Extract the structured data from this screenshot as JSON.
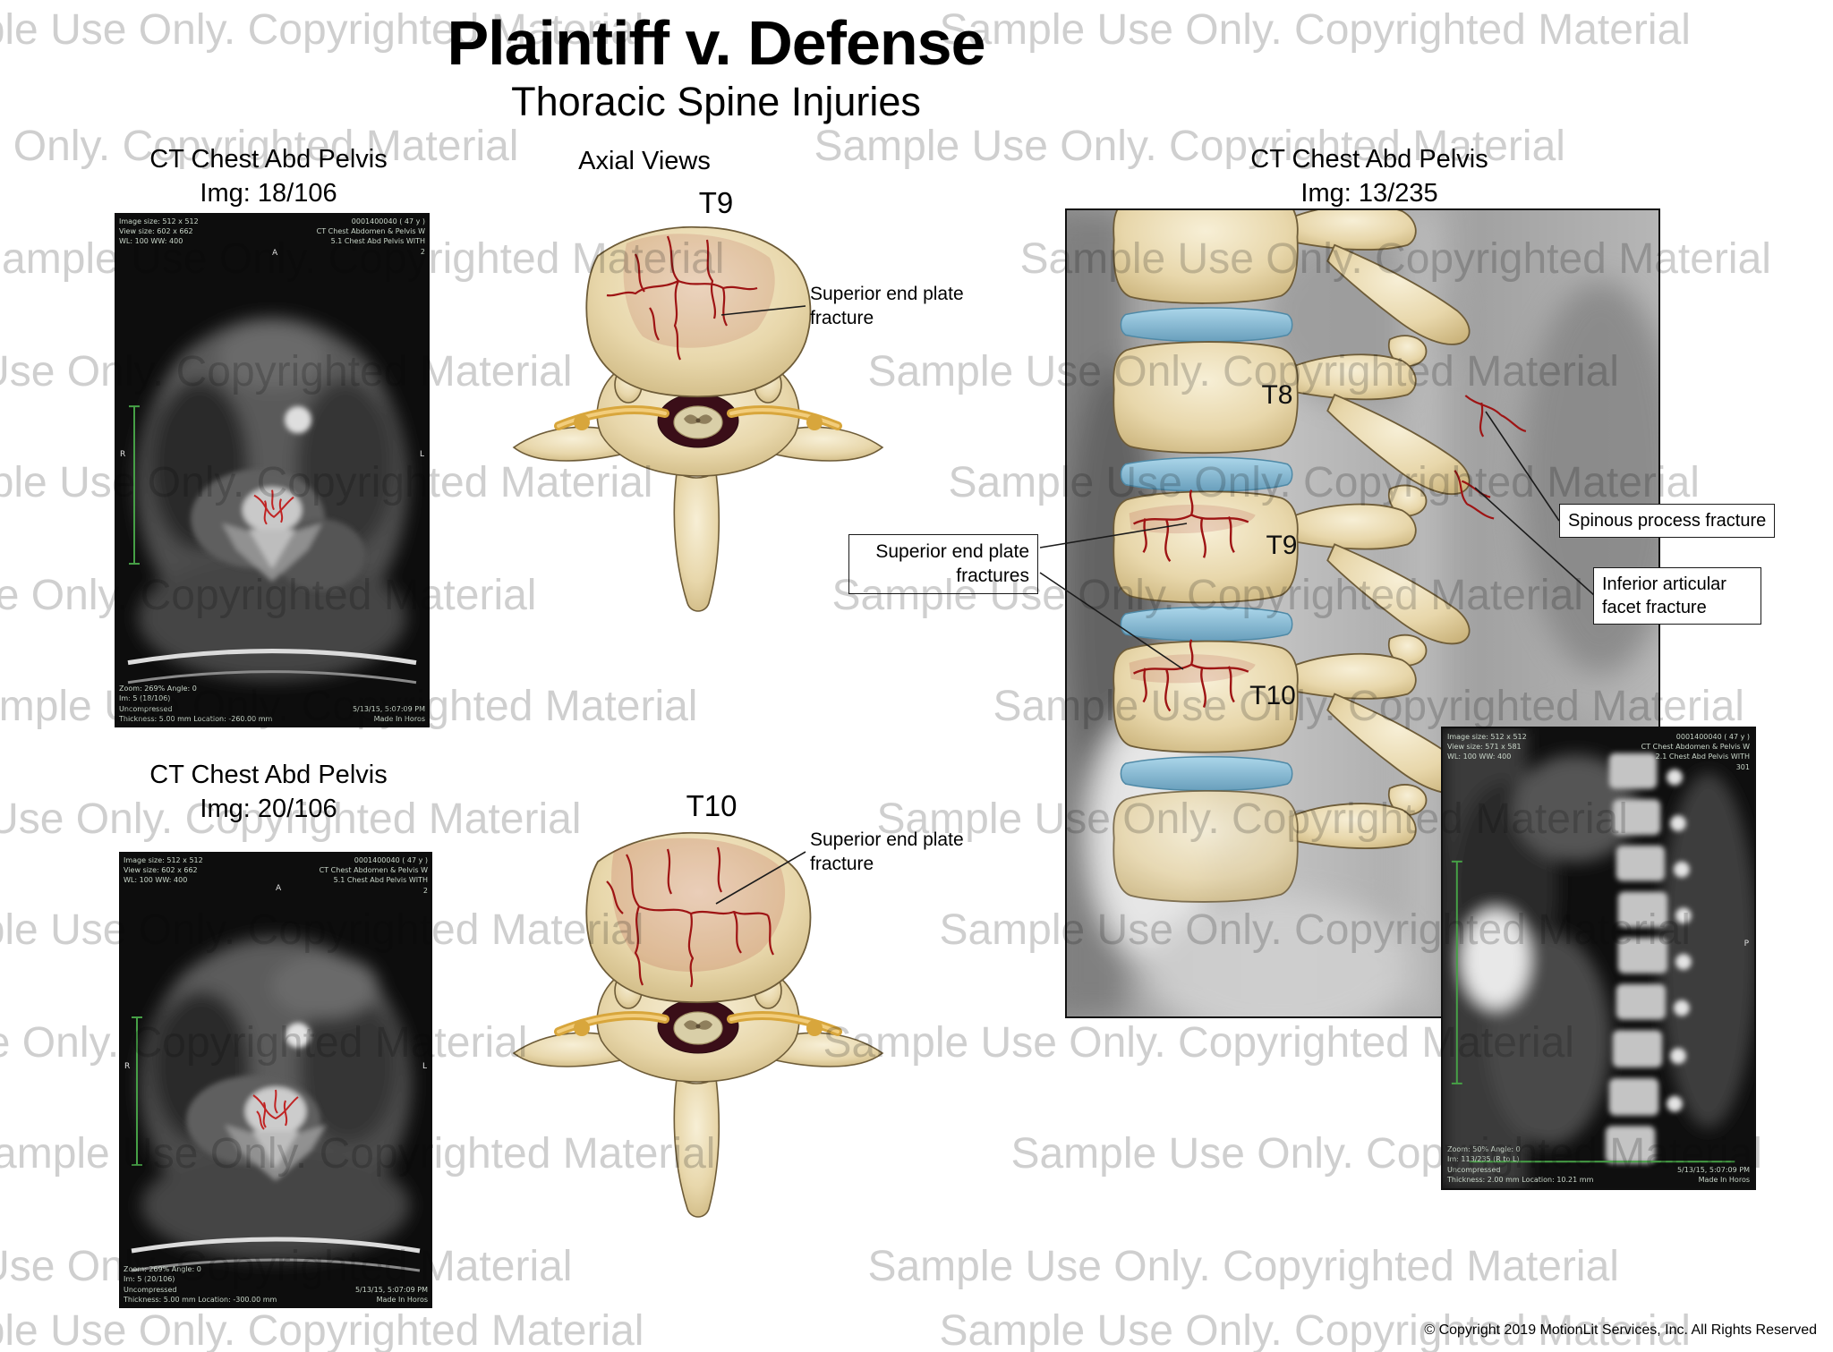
{
  "header": {
    "title": "Plaintiff v. Defense",
    "subtitle": "Thoracic Spine Injuries"
  },
  "watermark": {
    "text": "Sample Use Only. Copyrighted Material"
  },
  "colors": {
    "fracture_red": "#9e1414",
    "bone_tan": "#e8d7ab",
    "disc_blue": "#8ec4de",
    "watermark_gray": "#9f9f9f"
  },
  "left_panels": [
    {
      "heading": "CT Chest Abd Pelvis",
      "img_label": "Img: 18/106",
      "overlay": {
        "top_left": [
          "Image size: 512 x 512",
          "View size: 602 x 662",
          "WL: 100 WW: 400"
        ],
        "top_right": [
          "0001400040 ( 47 y )",
          "CT Chest Abdomen & Pelvis W",
          "5.1 Chest Abd Pelvis WITH",
          "2"
        ],
        "bottom_left": [
          "Zoom: 269% Angle: 0",
          "Im: 5 (18/106)",
          "Uncompressed",
          "Thickness: 5.00 mm Location: -260.00 mm"
        ],
        "bottom_right": [
          "5/13/15, 5:07:09 PM",
          "Made In Horos"
        ],
        "orientation_top": "A",
        "orientation_left": "R",
        "orientation_right": "L"
      }
    },
    {
      "heading": "CT Chest Abd Pelvis",
      "img_label": "Img: 20/106",
      "overlay": {
        "top_left": [
          "Image size: 512 x 512",
          "View size: 602 x 662",
          "WL: 100 WW: 400"
        ],
        "top_right": [
          "0001400040 ( 47 y )",
          "CT Chest Abdomen & Pelvis W",
          "5.1 Chest Abd Pelvis WITH",
          "2"
        ],
        "bottom_left": [
          "Zoom: 269% Angle: 0",
          "Im: 5 (20/106)",
          "Uncompressed",
          "Thickness: 5.00 mm Location: -300.00 mm"
        ],
        "bottom_right": [
          "5/13/15, 5:07:09 PM",
          "Made In Horos"
        ],
        "orientation_top": "A",
        "orientation_left": "R",
        "orientation_right": "L"
      }
    }
  ],
  "axial": {
    "heading": "Axial Views",
    "views": [
      {
        "label": "T9",
        "callout": "Superior end plate fracture"
      },
      {
        "label": "T10",
        "callout": "Superior end plate fracture"
      }
    ]
  },
  "lateral": {
    "heading": "CT Chest Abd Pelvis",
    "img_label": "Img: 13/235",
    "levels": [
      "T8",
      "T9",
      "T10"
    ],
    "callouts": {
      "superior": "Superior end plate fractures",
      "spinous": "Spinous process fracture",
      "facet": "Inferior articular facet fracture"
    },
    "inset_overlay": {
      "top_left": [
        "Image size: 512 x 512",
        "View size: 571 x 581",
        "WL: 100 WW: 400"
      ],
      "top_right": [
        "0001400040 ( 47 y )",
        "CT Chest Abdomen & Pelvis W",
        "2.1 Chest Abd Pelvis WITH",
        "301"
      ],
      "bottom_left": [
        "Zoom: 50% Angle: 0",
        "Im: 113/235 (R to L)",
        "Uncompressed",
        "Thickness: 2.00 mm Location: 10.21 mm"
      ],
      "bottom_right": [
        "5/13/15, 5:07:09 PM",
        "Made In Horos"
      ],
      "orientation_right": "P"
    }
  },
  "footer": {
    "copyright": "© Copyright 2019 MotionLit Services, Inc. All Rights Reserved"
  }
}
